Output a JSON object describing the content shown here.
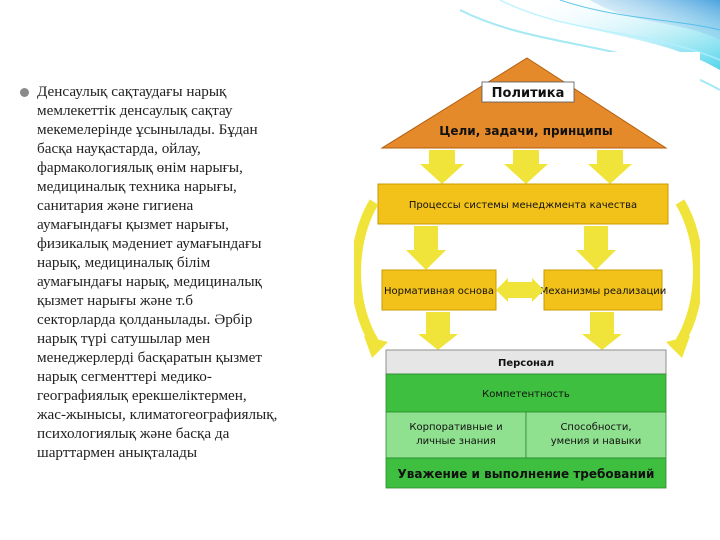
{
  "slide": {
    "bullet_text": "Денсаулық сақтаудағы нарық\nмемлекеттік денсаулық сақтау\nмекемелерінде ұсынылады. Бұдан\nбасқа науқастарда, ойлау,\nфармакологиялық өнім нарығы,\nмедициналық техника нарығы,\nсанитария және гигиена\nаумағындағы қызмет нарығы,\nфизикалық мәдениет аумағындағы\nнарық, медициналық білім\nаумағындағы нарық, медициналық\nқызмет нарығы және т.б\nсекторларда қолданылады. Әрбір\nнарық түрі сатушылар мен\nменеджерлерді басқаратын қызмет\nнарық сегменттері медико-\nгеографиялық ерекшеліктермен,\nжас-жынысы, климатогеографиялық,\nпсихологиялық және басқа да\nшарттармен анықталады"
  },
  "diagram": {
    "roof_title": "Политика",
    "roof_subtitle": "Цели, задачи, принципы",
    "process_box": "Процессы системы менеджмента качества",
    "left_box": "Нормативная основа",
    "right_box": "Механизмы реализации",
    "personnel": "Персонал",
    "competence": "Компетентность",
    "green_left": "Корпоративные и\nличные знания",
    "green_right": "Способности,\nумения и навыки",
    "base": "Уважение и выполнение требований"
  },
  "colors": {
    "roof": "#e58a2a",
    "yellow": "#f2c21a",
    "arrow": "#f0e43a",
    "green_dark": "#3fbf3f",
    "green_light": "#8fe08f",
    "gray_header": "#e6e6e6"
  }
}
